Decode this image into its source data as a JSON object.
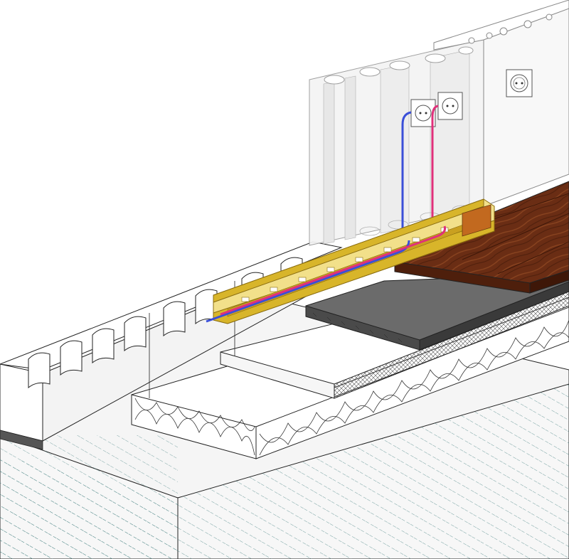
{
  "diagram": {
    "kind": "isometric construction cross-section",
    "layers": [
      "concrete-slab",
      "insulation-board-lower",
      "insulation-board-upper",
      "screed-layer",
      "wooden-floor-boards",
      "hollow-core-wall-blocks",
      "skirting-cable-duct"
    ],
    "cables": [
      "blue-cable",
      "red-cable"
    ],
    "sockets": [
      "double-socket",
      "socket-right",
      "socket-upper-wall"
    ]
  },
  "colors": {
    "outline": "#222222",
    "wall": "#ffffff",
    "wall_shadow": "#e8e8e8",
    "glass_wall": "#f2f2f2",
    "concrete": "#f7f7f7",
    "concrete_hatch": "#3a7a7a",
    "insulation": "#ffffff",
    "screed_dark": "#6b6b6b",
    "wood": "#6a2d14",
    "wood_light": "#8a4420",
    "duct_gold": "#d8b52a",
    "duct_light": "#f2e08a",
    "cable_blue": "#3a4fd8",
    "cable_red": "#e0307a",
    "plinth_dark": "#555555"
  }
}
